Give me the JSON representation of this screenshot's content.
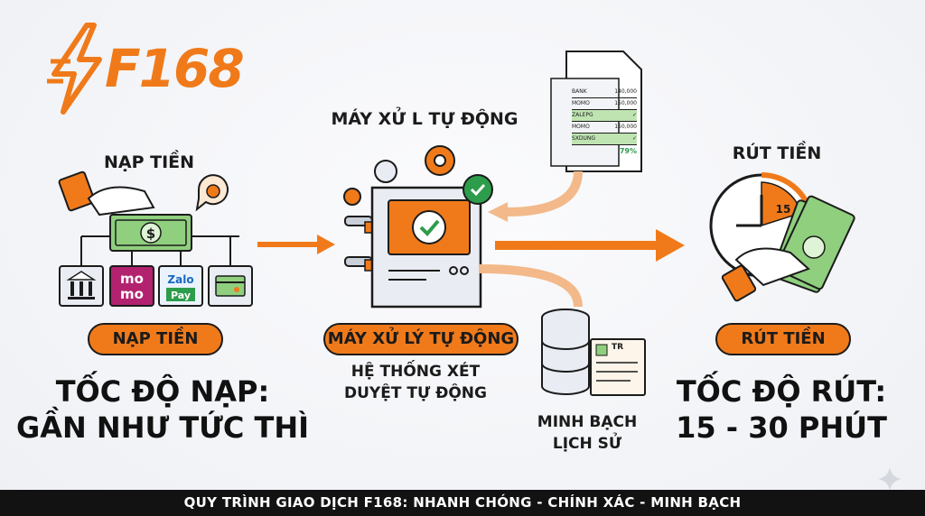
{
  "brand": {
    "name": "F168",
    "color": "#f07a1a"
  },
  "deposit": {
    "title": "NẠP TIỀN",
    "pill": "NẠP TIỀN",
    "speed_line1": "TỐC ĐỘ NẠP:",
    "speed_line2": "GẦN NHƯ TỨC THÌ",
    "methods": [
      {
        "icon": "bank-icon"
      },
      {
        "icon": "momo-icon",
        "line1": "mo",
        "line2": "mo"
      },
      {
        "icon": "zalopay-icon",
        "line1": "Zalo",
        "line2": "Pay"
      },
      {
        "icon": "card-icon"
      }
    ],
    "cash_symbol": "$"
  },
  "processor": {
    "title": "MÁY XỬ L TỰ ĐỘNG",
    "pill": "MÁY XỬ LÝ TỰ ĐỘNG",
    "desc_line1": "HỆ THỐNG XÉT",
    "desc_line2": "DUYỆT TỰ ĐỘNG"
  },
  "report": {
    "rows": [
      {
        "name": "BANK",
        "value": "140,000"
      },
      {
        "name": "MOMO",
        "value": "150,000"
      },
      {
        "name": "ZALEPG",
        "value": "✓"
      },
      {
        "name": "MOMO",
        "value": "150,000"
      },
      {
        "name": "SXDUNG",
        "value": "✓"
      }
    ],
    "percent": "79%"
  },
  "history": {
    "line1": "MINH BẠCH",
    "line2": "LỊCH SỬ",
    "doc_label": "TR"
  },
  "withdraw": {
    "title": "RÚT TIỀN",
    "pill": "RÚT TIỀN",
    "clock_value": "15",
    "speed_line1": "TỐC ĐỘ RÚT:",
    "speed_line2": "15 - 30 PHÚT"
  },
  "footer": "QUY TRÌNH GIAO DỊCH F168: NHANH CHÓNG - CHÍNH XÁC - MINH BẠCH",
  "colors": {
    "accent": "#f07a1a",
    "cash": "#8fcf7e",
    "dark": "#1b1b1b",
    "panel": "#e9ecf2"
  }
}
